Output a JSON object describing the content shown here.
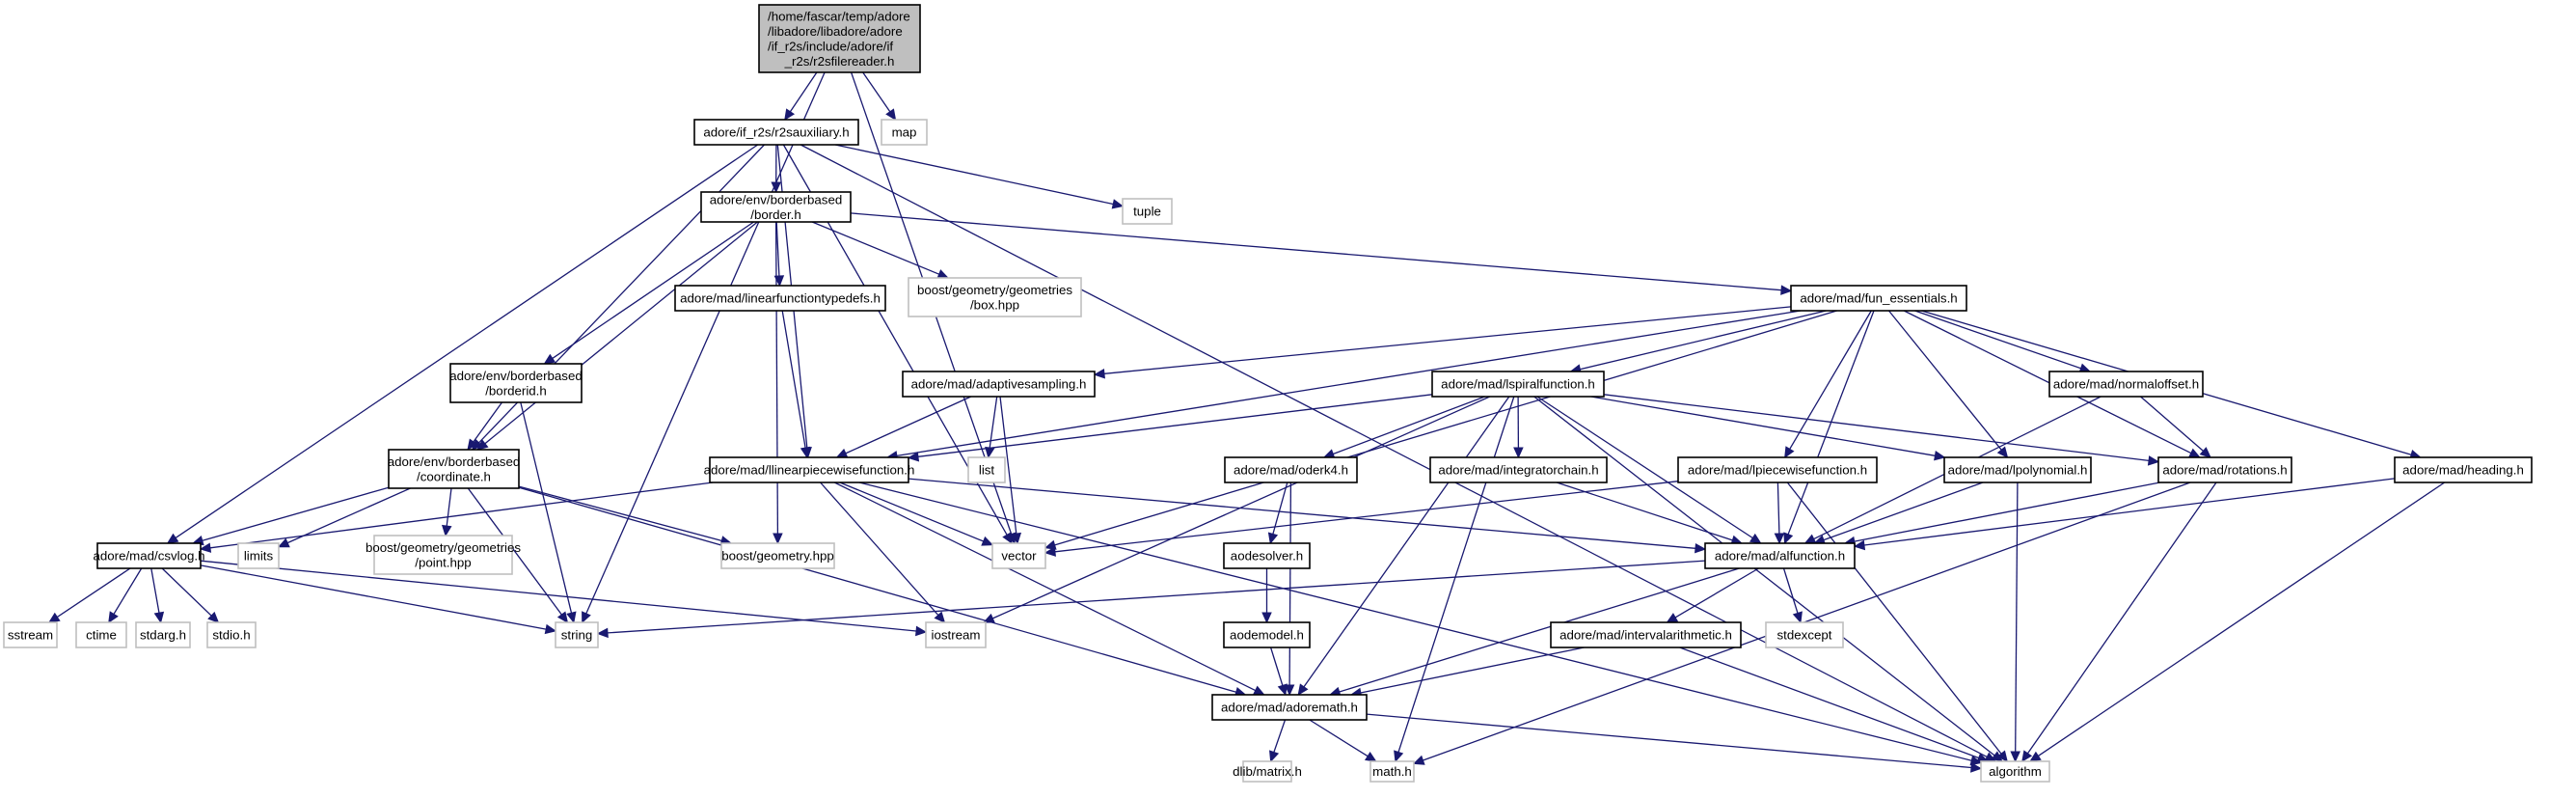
{
  "diagram": {
    "type": "include-dependency-graph",
    "colors": {
      "edge": "#191970",
      "root_fill": "#bfbfbf",
      "node_border": "#000000",
      "external_border": "#bfbfbf"
    },
    "nodes": [
      {
        "id": "root",
        "label": [
          "/home/fascar/temp/adore",
          "/libadore/libadore/adore",
          "/if_r2s/include/adore/if",
          "_r2s/r2sfilereader.h"
        ],
        "kind": "root"
      },
      {
        "id": "r2saux",
        "label": [
          "adore/if_r2s/r2sauxiliary.h"
        ],
        "kind": "internal"
      },
      {
        "id": "map",
        "label": [
          "map"
        ],
        "kind": "external"
      },
      {
        "id": "tuple",
        "label": [
          "tuple"
        ],
        "kind": "external"
      },
      {
        "id": "border",
        "label": [
          "adore/env/borderbased",
          "/border.h"
        ],
        "kind": "internal"
      },
      {
        "id": "lftypedefs",
        "label": [
          "adore/mad/linearfunctiontypedefs.h"
        ],
        "kind": "internal"
      },
      {
        "id": "boxhpp",
        "label": [
          "boost/geometry/geometries",
          "/box.hpp"
        ],
        "kind": "external"
      },
      {
        "id": "funess",
        "label": [
          "adore/mad/fun_essentials.h"
        ],
        "kind": "internal"
      },
      {
        "id": "borderid",
        "label": [
          "adore/env/borderbased",
          "/borderid.h"
        ],
        "kind": "internal"
      },
      {
        "id": "adaptive",
        "label": [
          "adore/mad/adaptivesampling.h"
        ],
        "kind": "internal"
      },
      {
        "id": "lspiral",
        "label": [
          "adore/mad/lspiralfunction.h"
        ],
        "kind": "internal"
      },
      {
        "id": "normaloffset",
        "label": [
          "adore/mad/normaloffset.h"
        ],
        "kind": "internal"
      },
      {
        "id": "coordinate",
        "label": [
          "adore/env/borderbased",
          "/coordinate.h"
        ],
        "kind": "internal"
      },
      {
        "id": "llinear",
        "label": [
          "adore/mad/llinearpiecewisefunction.h"
        ],
        "kind": "internal"
      },
      {
        "id": "list",
        "label": [
          "list"
        ],
        "kind": "external"
      },
      {
        "id": "oderk4",
        "label": [
          "adore/mad/oderk4.h"
        ],
        "kind": "internal"
      },
      {
        "id": "integrator",
        "label": [
          "adore/mad/integratorchain.h"
        ],
        "kind": "internal"
      },
      {
        "id": "lpiecewise",
        "label": [
          "adore/mad/lpiecewisefunction.h"
        ],
        "kind": "internal"
      },
      {
        "id": "lpolynomial",
        "label": [
          "adore/mad/lpolynomial.h"
        ],
        "kind": "internal"
      },
      {
        "id": "rotations",
        "label": [
          "adore/mad/rotations.h"
        ],
        "kind": "internal"
      },
      {
        "id": "heading",
        "label": [
          "adore/mad/heading.h"
        ],
        "kind": "internal"
      },
      {
        "id": "csvlog",
        "label": [
          "adore/mad/csvlog.h"
        ],
        "kind": "internal"
      },
      {
        "id": "limits",
        "label": [
          "limits"
        ],
        "kind": "external"
      },
      {
        "id": "pointhpp",
        "label": [
          "boost/geometry/geometries",
          "/point.hpp"
        ],
        "kind": "external"
      },
      {
        "id": "geomhpp",
        "label": [
          "boost/geometry.hpp"
        ],
        "kind": "external"
      },
      {
        "id": "vector",
        "label": [
          "vector"
        ],
        "kind": "external"
      },
      {
        "id": "aodesolver",
        "label": [
          "aodesolver.h"
        ],
        "kind": "internal"
      },
      {
        "id": "alfunction",
        "label": [
          "adore/mad/alfunction.h"
        ],
        "kind": "internal"
      },
      {
        "id": "sstream",
        "label": [
          "sstream"
        ],
        "kind": "external"
      },
      {
        "id": "ctime",
        "label": [
          "ctime"
        ],
        "kind": "external"
      },
      {
        "id": "stdarg",
        "label": [
          "stdarg.h"
        ],
        "kind": "external"
      },
      {
        "id": "stdio",
        "label": [
          "stdio.h"
        ],
        "kind": "external"
      },
      {
        "id": "string",
        "label": [
          "string"
        ],
        "kind": "external"
      },
      {
        "id": "iostream",
        "label": [
          "iostream"
        ],
        "kind": "external"
      },
      {
        "id": "aodemodel",
        "label": [
          "aodemodel.h"
        ],
        "kind": "internal"
      },
      {
        "id": "interval",
        "label": [
          "adore/mad/intervalarithmetic.h"
        ],
        "kind": "internal"
      },
      {
        "id": "stdexcept",
        "label": [
          "stdexcept"
        ],
        "kind": "external"
      },
      {
        "id": "adoremath",
        "label": [
          "adore/mad/adoremath.h"
        ],
        "kind": "internal"
      },
      {
        "id": "dlib",
        "label": [
          "dlib/matrix.h"
        ],
        "kind": "external"
      },
      {
        "id": "mathh",
        "label": [
          "math.h"
        ],
        "kind": "external"
      },
      {
        "id": "algorithm",
        "label": [
          "algorithm"
        ],
        "kind": "external"
      }
    ],
    "edges": [
      [
        "root",
        "r2saux"
      ],
      [
        "root",
        "map"
      ],
      [
        "root",
        "string"
      ],
      [
        "root",
        "vector"
      ],
      [
        "r2saux",
        "border"
      ],
      [
        "r2saux",
        "tuple"
      ],
      [
        "r2saux",
        "csvlog"
      ],
      [
        "r2saux",
        "coordinate"
      ],
      [
        "r2saux",
        "llinear"
      ],
      [
        "r2saux",
        "vector"
      ],
      [
        "r2saux",
        "algorithm"
      ],
      [
        "border",
        "lftypedefs"
      ],
      [
        "border",
        "boxhpp"
      ],
      [
        "border",
        "funess"
      ],
      [
        "border",
        "borderid"
      ],
      [
        "border",
        "coordinate"
      ],
      [
        "border",
        "geomhpp"
      ],
      [
        "lftypedefs",
        "llinear"
      ],
      [
        "borderid",
        "coordinate"
      ],
      [
        "borderid",
        "string"
      ],
      [
        "funess",
        "adaptive"
      ],
      [
        "funess",
        "lspiral"
      ],
      [
        "funess",
        "normaloffset"
      ],
      [
        "funess",
        "rotations"
      ],
      [
        "funess",
        "heading"
      ],
      [
        "funess",
        "llinear"
      ],
      [
        "funess",
        "lpiecewise"
      ],
      [
        "funess",
        "lpolynomial"
      ],
      [
        "funess",
        "alfunction"
      ],
      [
        "funess",
        "vector"
      ],
      [
        "adaptive",
        "llinear"
      ],
      [
        "adaptive",
        "list"
      ],
      [
        "adaptive",
        "vector"
      ],
      [
        "lspiral",
        "llinear"
      ],
      [
        "lspiral",
        "oderk4"
      ],
      [
        "lspiral",
        "integrator"
      ],
      [
        "lspiral",
        "lpolynomial"
      ],
      [
        "lspiral",
        "rotations"
      ],
      [
        "lspiral",
        "alfunction"
      ],
      [
        "lspiral",
        "adoremath"
      ],
      [
        "lspiral",
        "iostream"
      ],
      [
        "lspiral",
        "mathh"
      ],
      [
        "lspiral",
        "algorithm"
      ],
      [
        "normaloffset",
        "rotations"
      ],
      [
        "normaloffset",
        "alfunction"
      ],
      [
        "coordinate",
        "csvlog"
      ],
      [
        "coordinate",
        "limits"
      ],
      [
        "coordinate",
        "pointhpp"
      ],
      [
        "coordinate",
        "geomhpp"
      ],
      [
        "coordinate",
        "string"
      ],
      [
        "coordinate",
        "adoremath"
      ],
      [
        "llinear",
        "csvlog"
      ],
      [
        "llinear",
        "vector"
      ],
      [
        "llinear",
        "iostream"
      ],
      [
        "llinear",
        "alfunction"
      ],
      [
        "llinear",
        "adoremath"
      ],
      [
        "llinear",
        "algorithm"
      ],
      [
        "oderk4",
        "aodesolver"
      ],
      [
        "oderk4",
        "adoremath"
      ],
      [
        "integrator",
        "alfunction"
      ],
      [
        "lpiecewise",
        "alfunction"
      ],
      [
        "lpiecewise",
        "vector"
      ],
      [
        "lpiecewise",
        "algorithm"
      ],
      [
        "lpolynomial",
        "alfunction"
      ],
      [
        "lpolynomial",
        "algorithm"
      ],
      [
        "rotations",
        "alfunction"
      ],
      [
        "rotations",
        "mathh"
      ],
      [
        "rotations",
        "algorithm"
      ],
      [
        "heading",
        "alfunction"
      ],
      [
        "heading",
        "algorithm"
      ],
      [
        "csvlog",
        "sstream"
      ],
      [
        "csvlog",
        "ctime"
      ],
      [
        "csvlog",
        "stdarg"
      ],
      [
        "csvlog",
        "stdio"
      ],
      [
        "csvlog",
        "string"
      ],
      [
        "csvlog",
        "iostream"
      ],
      [
        "aodesolver",
        "aodemodel"
      ],
      [
        "aodemodel",
        "adoremath"
      ],
      [
        "alfunction",
        "interval"
      ],
      [
        "alfunction",
        "stdexcept"
      ],
      [
        "alfunction",
        "adoremath"
      ],
      [
        "alfunction",
        "string"
      ],
      [
        "interval",
        "adoremath"
      ],
      [
        "interval",
        "algorithm"
      ],
      [
        "adoremath",
        "dlib"
      ],
      [
        "adoremath",
        "mathh"
      ],
      [
        "adoremath",
        "algorithm"
      ]
    ]
  }
}
